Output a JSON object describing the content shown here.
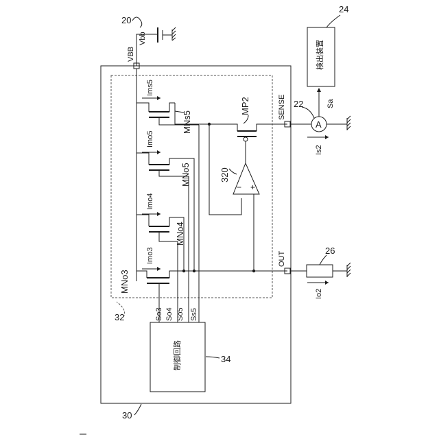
{
  "figure_number": "2",
  "labels": {
    "ref_20": "20",
    "vbb_supply": "Vbb",
    "ref_24": "24",
    "detector_device": "検出装置",
    "vbb_terminal": "VBB",
    "ref_22": "22",
    "ammeter_symbol": "A",
    "sa_signal": "Sa",
    "sense_terminal": "SENSE",
    "ims5": "Ims5",
    "mp2": "MP2",
    "mns5": "MNs5",
    "imo5": "Imo5",
    "mno5": "MNo5",
    "is2": "Is2",
    "ref_320": "320",
    "amp_minus": "−",
    "amp_plus": "+",
    "imo4": "Imo4",
    "mno4": "MNo4",
    "ref_26": "26",
    "imo3": "Imo3",
    "out_terminal": "OUT",
    "mno3": "MNo3",
    "io2": "Io2",
    "ref_32": "32",
    "so3": "So3",
    "so4": "So4",
    "so5": "So5",
    "ss5": "Ss5",
    "control_circuit": "制御回路",
    "ref_34": "34",
    "ref_30": "30"
  },
  "colors": {
    "line": "#1a1a1a",
    "dashed_box": "#555555",
    "background": "#ffffff"
  }
}
